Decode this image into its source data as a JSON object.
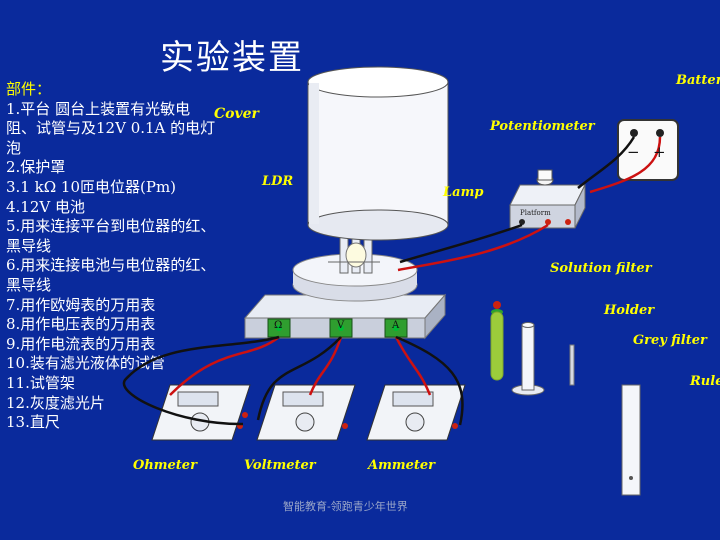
{
  "title": "实验装置",
  "parts": {
    "header": "部件：",
    "lines": [
      "1.平台  圆台上装置有光敏电",
      "阻、试管与及12V 0.1A 的电灯",
      "泡",
      "2.保护罩",
      "3.1 kΩ 10匝电位器(Pm)",
      "4.12V 电池",
      "5.用来连接平台到电位器的红、",
      "黑导线",
      "6.用来连接电池与电位器的红、",
      "黑导线",
      "7.用作欧姆表的万用表",
      "8.用作电压表的万用表",
      "9.用作电流表的万用表",
      "10.装有滤光液体的试管",
      "11.试管架",
      "12.灰度滤光片",
      "13.直尺"
    ]
  },
  "labels": {
    "cover": "Cover",
    "battery": "Battery",
    "potentiometer": "Potentiometer",
    "ldr": "LDR",
    "lamp": "Lamp",
    "solution_filter": "Solution filter",
    "holder": "Holder",
    "grey_filter": "Grey filter",
    "ruler": "Ruler",
    "ohmeter": "Ohmeter",
    "voltmeter": "Voltmeter",
    "ammeter": "Ammeter",
    "platform_tag": "Platform",
    "battery_minus": "−",
    "battery_plus": "+"
  },
  "terminals": {
    "ohm": "Ω",
    "volt": "V",
    "amp": "A"
  },
  "footer": "智能教育-领跑青少年世界",
  "colors": {
    "background": "#0a2a9c",
    "label": "#ffff00",
    "wire_red": "#cc1111",
    "wire_black": "#111111",
    "terminal_green": "#2f9e2f"
  }
}
